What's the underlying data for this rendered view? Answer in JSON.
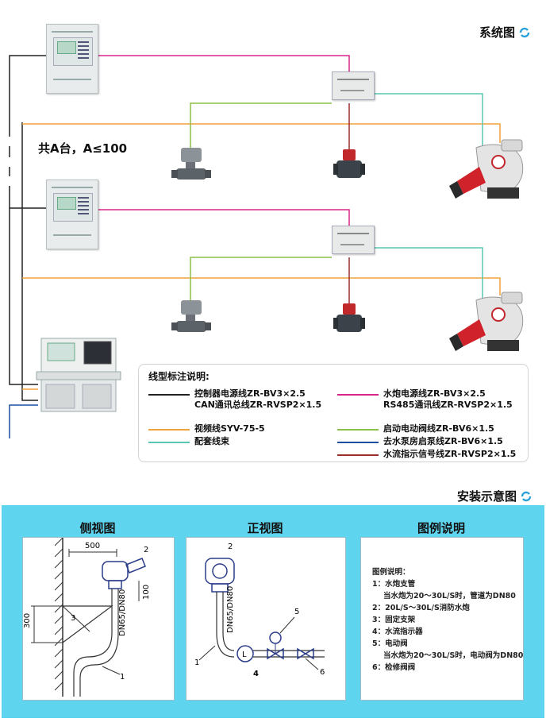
{
  "system_title": "系统图",
  "count_label": "共A台，A≤100",
  "legend": {
    "title": "线型标注说明:",
    "items": [
      {
        "lines": [
          "控制器电源线ZR-BV3×2.5",
          "CAN通讯总线ZR-RVSP2×1.5"
        ],
        "color": "#222222"
      },
      {
        "lines": [
          "水炮电源线ZR-BV3×2.5",
          "RS485通讯线ZR-RVSP2×1.5"
        ],
        "color": "#d8268a"
      },
      {
        "lines": [
          "视频线SYV-75-5"
        ],
        "color": "#f0a23c"
      },
      {
        "lines": [
          "配套线束"
        ],
        "color": "#58c8b4"
      },
      {
        "lines": [
          "启动电动阀线ZR-BV6×1.5"
        ],
        "color": "#8dc04a"
      },
      {
        "lines": [
          "去水泵房启泵线ZR-BV6×1.5"
        ],
        "color": "#1f4fa0"
      },
      {
        "lines": [
          "水流指示信号线ZR-RVSP2×1.5"
        ],
        "color": "#9a2e2a"
      }
    ]
  },
  "install_title": "安装示意图",
  "panels": {
    "side": {
      "title": "侧视图",
      "dim_500": "500",
      "dim_300": "300",
      "dim_100": "100",
      "pipe": "DN65/DN80",
      "n1": "1",
      "n2": "2",
      "n3": "3"
    },
    "front": {
      "title": "正视图",
      "pipe": "DN65/DN80",
      "n1": "1",
      "n2": "2",
      "n4": "4",
      "n5": "5",
      "n6": "6"
    },
    "legend": {
      "title": "图例说明",
      "lines": [
        "图例说明：",
        "1：水炮支管",
        "  当水炮为20～30L/S时，管道为DN80",
        "2：20L/S～30L/S消防水炮",
        "3：固定支架",
        "4：水流指示器",
        "5：电动阀",
        "  当水炮为20～30L/S时，电动阀为DN80",
        "6：检修阀阀"
      ]
    }
  },
  "colors": {
    "black": "#222222",
    "magenta": "#d8268a",
    "orange": "#f0a23c",
    "teal": "#58c8b4",
    "green": "#8dc04a",
    "blue": "#1f4fa0",
    "red": "#9a2e2a",
    "panel_bg": "#5fd4ee"
  }
}
